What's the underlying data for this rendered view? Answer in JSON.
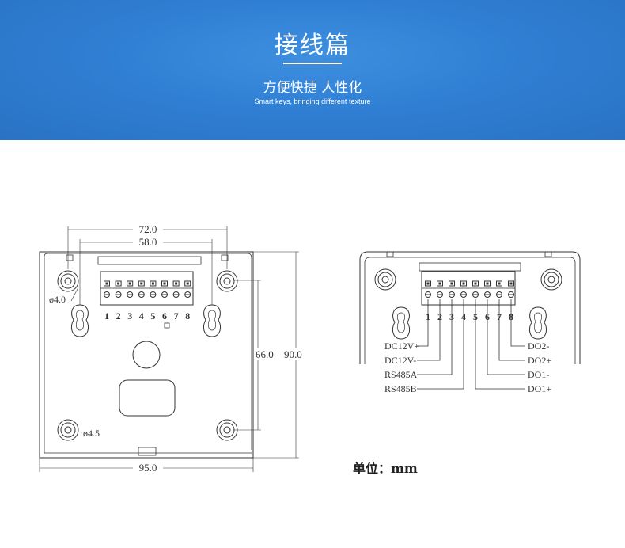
{
  "banner": {
    "title": "接线篇",
    "subtitle": "方便快捷 人性化",
    "subtitle_en": "Smart keys, bringing different texture"
  },
  "left_drawing": {
    "dim_top_outer": "72.0",
    "dim_top_inner": "58.0",
    "dim_hole_top": "ø4.0",
    "dim_hole_bottom": "ø4.5",
    "dim_height_inner": "66.0",
    "dim_height_outer": "90.0",
    "dim_width": "95.0",
    "terminal_numbers": [
      "1",
      "2",
      "3",
      "4",
      "5",
      "6",
      "7",
      "8"
    ]
  },
  "right_drawing": {
    "terminal_numbers": [
      "1",
      "2",
      "3",
      "4",
      "5",
      "6",
      "7",
      "8"
    ],
    "labels_left": [
      "DC12V+",
      "DC12V-",
      "RS485A",
      "RS485B"
    ],
    "labels_right": [
      "DO2-",
      "DO2+",
      "DO1-",
      "DO1+"
    ]
  },
  "unit_note": "单位：mm"
}
